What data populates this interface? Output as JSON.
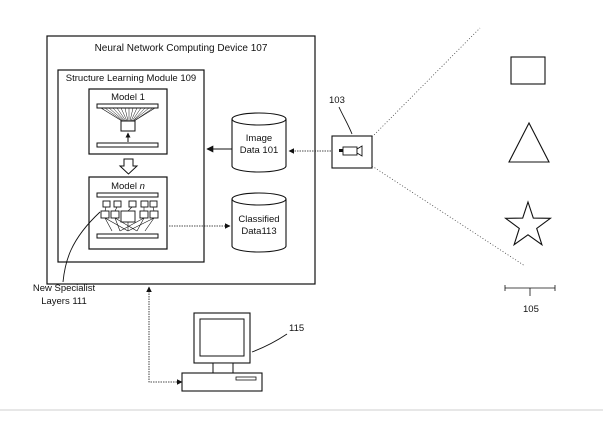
{
  "device": {
    "title": "Neural Network Computing Device 107"
  },
  "module": {
    "title": "Structure Learning Module 109"
  },
  "model_1": {
    "label": "Model 1"
  },
  "model_n": {
    "label_prefix": "Model ",
    "label_var": "n"
  },
  "image_data": {
    "line1": "Image",
    "line2": "Data 101"
  },
  "classified_data": {
    "line1": "Classified",
    "line2": "Data113"
  },
  "camera": {
    "ref": "103"
  },
  "specialist_layers": {
    "line1": "New Specialist",
    "line2": "Layers 111"
  },
  "objects": {
    "ref": "105",
    "shapes": [
      "square",
      "triangle",
      "star"
    ]
  },
  "computer": {
    "ref": "115"
  }
}
